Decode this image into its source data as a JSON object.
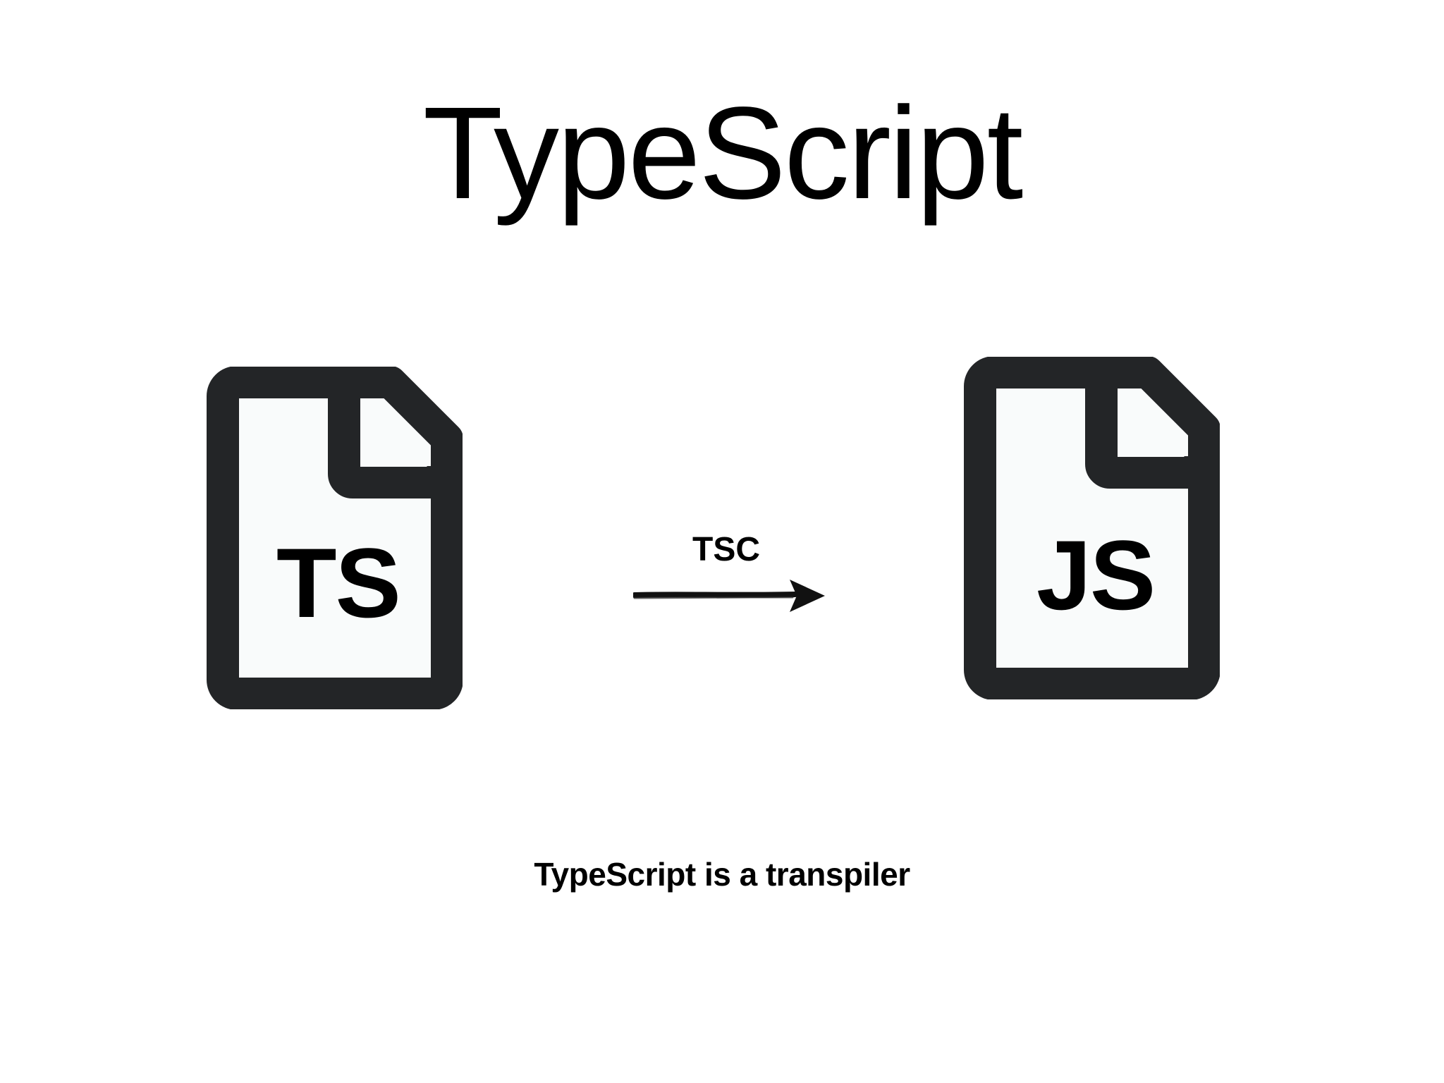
{
  "slide": {
    "title": "TypeScript",
    "source_file": {
      "label": "TS",
      "icon": "file-icon"
    },
    "transform": {
      "label": "TSC",
      "icon": "arrow-right-icon"
    },
    "output_file": {
      "label": "JS",
      "icon": "file-icon"
    },
    "caption": "TypeScript is a transpiler"
  },
  "colors": {
    "background": "#ffffff",
    "icon_stroke": "#232527",
    "icon_fill": "#f9fbfb",
    "text": "#000000"
  }
}
